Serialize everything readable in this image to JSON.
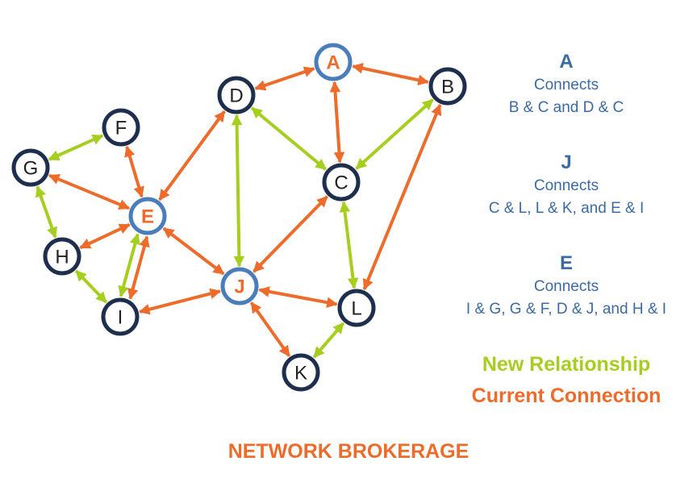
{
  "colors": {
    "current": "#ED6B2B",
    "new": "#A6CE1F",
    "node_stroke": "#1E2F4E",
    "node_highlight": "#4A7EBB",
    "text_blue": "#3B6BA5",
    "label_orange": "#ED6B2B",
    "label_dark": "#222222"
  },
  "nodes": [
    {
      "id": "A",
      "label": "A",
      "highlight": true
    },
    {
      "id": "B",
      "label": "B",
      "highlight": false
    },
    {
      "id": "C",
      "label": "C",
      "highlight": false
    },
    {
      "id": "D",
      "label": "D",
      "highlight": false
    },
    {
      "id": "E",
      "label": "E",
      "highlight": true
    },
    {
      "id": "F",
      "label": "F",
      "highlight": false
    },
    {
      "id": "G",
      "label": "G",
      "highlight": false
    },
    {
      "id": "H",
      "label": "H",
      "highlight": false
    },
    {
      "id": "I",
      "label": "I",
      "highlight": false
    },
    {
      "id": "J",
      "label": "J",
      "highlight": true
    },
    {
      "id": "K",
      "label": "K",
      "highlight": false
    },
    {
      "id": "L",
      "label": "L",
      "highlight": false
    }
  ],
  "edges": [
    {
      "from": "A",
      "to": "D",
      "type": "current"
    },
    {
      "from": "A",
      "to": "B",
      "type": "current"
    },
    {
      "from": "A",
      "to": "C",
      "type": "current"
    },
    {
      "from": "D",
      "to": "C",
      "type": "new"
    },
    {
      "from": "B",
      "to": "C",
      "type": "new"
    },
    {
      "from": "B",
      "to": "L",
      "type": "current"
    },
    {
      "from": "D",
      "to": "E",
      "type": "current"
    },
    {
      "from": "D",
      "to": "J",
      "type": "new"
    },
    {
      "from": "C",
      "to": "J",
      "type": "current"
    },
    {
      "from": "C",
      "to": "L",
      "type": "new"
    },
    {
      "from": "J",
      "to": "L",
      "type": "current"
    },
    {
      "from": "J",
      "to": "K",
      "type": "current"
    },
    {
      "from": "K",
      "to": "L",
      "type": "new"
    },
    {
      "from": "E",
      "to": "J",
      "type": "current"
    },
    {
      "from": "I",
      "to": "J",
      "type": "current"
    },
    {
      "from": "F",
      "to": "E",
      "type": "current"
    },
    {
      "from": "G",
      "to": "E",
      "type": "current"
    },
    {
      "from": "H",
      "to": "E",
      "type": "current"
    },
    {
      "from": "E",
      "to": "I",
      "type": "current",
      "offset": -6
    },
    {
      "from": "E",
      "to": "I",
      "type": "new",
      "offset": 6
    },
    {
      "from": "G",
      "to": "F",
      "type": "new"
    },
    {
      "from": "G",
      "to": "H",
      "type": "new"
    },
    {
      "from": "H",
      "to": "I",
      "type": "new"
    }
  ],
  "panel": {
    "a_heading": "A",
    "a_connects": "Connects",
    "a_detail": "B & C and D & C",
    "j_heading": "J",
    "j_connects": "Connects",
    "j_detail": "C & L, L & K, and E & I",
    "e_heading": "E",
    "e_connects": "Connects",
    "e_detail": "I & G, G & F, D & J, and H & I"
  },
  "legend": {
    "new_relationship": "New Relationship",
    "current_connection": "Current Connection"
  },
  "footer": {
    "title": "NETWORK BROKERAGE"
  }
}
